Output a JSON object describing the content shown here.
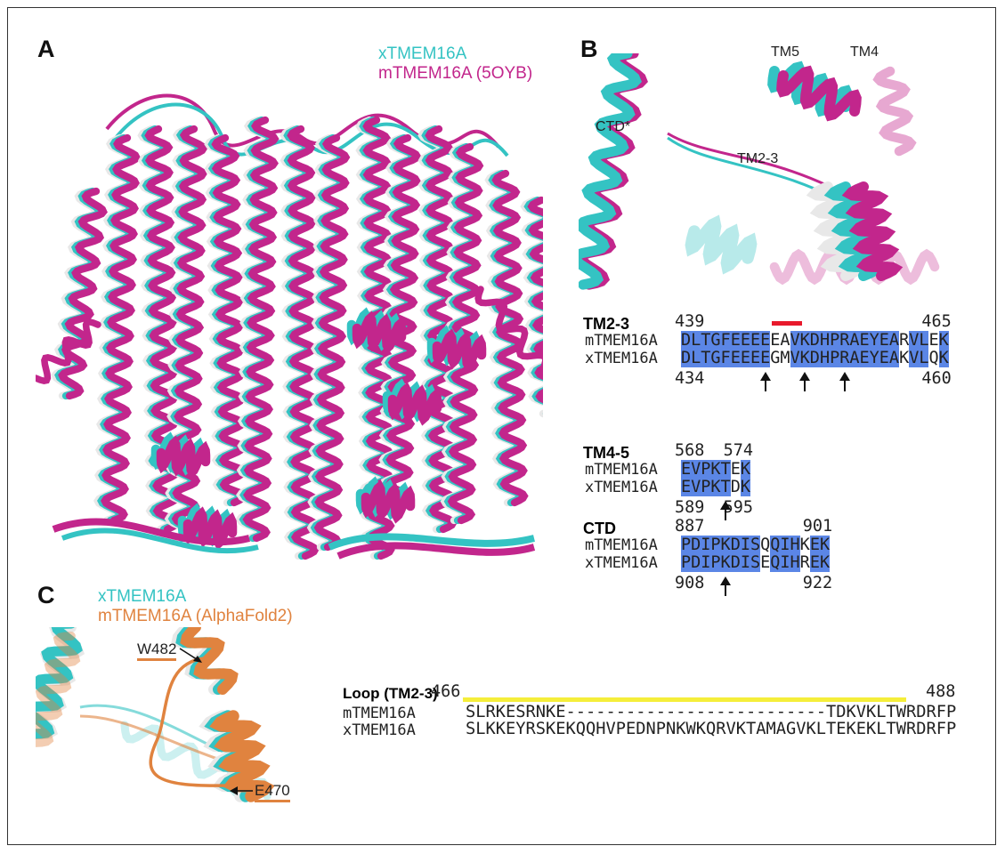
{
  "colors": {
    "cyan": "#34c3c3",
    "magenta": "#c2268c",
    "white": "#e8e8e8",
    "orange": "#e0833f",
    "highlight": "#5b86e6",
    "red_bar": "#e8192c",
    "yellow_bar": "#f5ee3a"
  },
  "panel_a": {
    "label": "A",
    "legend": [
      "xTMEM16A",
      "mTMEM16A (5OYB)"
    ]
  },
  "panel_b": {
    "label": "B",
    "annotations": [
      "TM5",
      "TM4",
      "CTD*",
      "TM2-3"
    ],
    "alignments": [
      {
        "title": "TM2-3",
        "top_start": "439",
        "top_end": "465",
        "bottom_start": "434",
        "bottom_end": "460",
        "rows": [
          {
            "name": "mTMEM16A",
            "segments": [
              {
                "t": "DLTGFEEEE",
                "hl": true
              },
              {
                "t": "EA",
                "hl": false
              },
              {
                "t": "VKDHPRAEYEA",
                "hl": true
              },
              {
                "t": "R",
                "hl": false
              },
              {
                "t": "VL",
                "hl": true
              },
              {
                "t": "E",
                "hl": false
              },
              {
                "t": "K",
                "hl": true
              }
            ]
          },
          {
            "name": "xTMEM16A",
            "segments": [
              {
                "t": "DLTGFEEEE",
                "hl": true
              },
              {
                "t": "GM",
                "hl": false
              },
              {
                "t": "VKDHPRAEYEA",
                "hl": true
              },
              {
                "t": "K",
                "hl": false
              },
              {
                "t": "VL",
                "hl": true
              },
              {
                "t": "Q",
                "hl": false
              },
              {
                "t": "K",
                "hl": true
              }
            ]
          }
        ],
        "arrows": [
          8,
          12,
          16
        ],
        "red_bar": [
          9,
          11
        ]
      },
      {
        "title": "TM4-5",
        "top_start": "568",
        "top_end": "574",
        "bottom_start": "589",
        "bottom_end": "595",
        "rows": [
          {
            "name": "mTMEM16A",
            "segments": [
              {
                "t": "EVPKT",
                "hl": true
              },
              {
                "t": "E",
                "hl": false
              },
              {
                "t": "K",
                "hl": true
              }
            ]
          },
          {
            "name": "xTMEM16A",
            "segments": [
              {
                "t": "EVPKT",
                "hl": true
              },
              {
                "t": "D",
                "hl": false
              },
              {
                "t": "K",
                "hl": true
              }
            ]
          }
        ],
        "arrows": [
          4
        ]
      },
      {
        "title": "CTD",
        "top_start": "887",
        "top_end": "901",
        "bottom_start": "908",
        "bottom_end": "922",
        "rows": [
          {
            "name": "mTMEM16A",
            "segments": [
              {
                "t": "PDIPKDIS",
                "hl": true
              },
              {
                "t": "Q",
                "hl": false
              },
              {
                "t": "QIH",
                "hl": true
              },
              {
                "t": "K",
                "hl": false
              },
              {
                "t": "EK",
                "hl": true
              }
            ]
          },
          {
            "name": "xTMEM16A",
            "segments": [
              {
                "t": "PDIPKDIS",
                "hl": true
              },
              {
                "t": "E",
                "hl": false
              },
              {
                "t": "QIH",
                "hl": true
              },
              {
                "t": "R",
                "hl": false
              },
              {
                "t": "EK",
                "hl": true
              }
            ]
          }
        ],
        "arrows": [
          4
        ]
      }
    ]
  },
  "panel_c": {
    "label": "C",
    "legend": [
      "xTMEM16A",
      "mTMEM16A (AlphaFold2)"
    ],
    "residues": [
      "W482",
      "E470"
    ],
    "loop": {
      "title": "Loop (TM2-3)",
      "start": "466",
      "end": "488",
      "rows": [
        {
          "name": "mTMEM16A",
          "seq": "SLRKESRNKE--------------------------TDKVKLTWRDRFP"
        },
        {
          "name": "xTMEM16A",
          "seq": "SLKKEYRSKEKQQHVPEDNPNKWKQRVKTAMAGVKLTEKEKLTWRDRFP"
        }
      ]
    }
  }
}
